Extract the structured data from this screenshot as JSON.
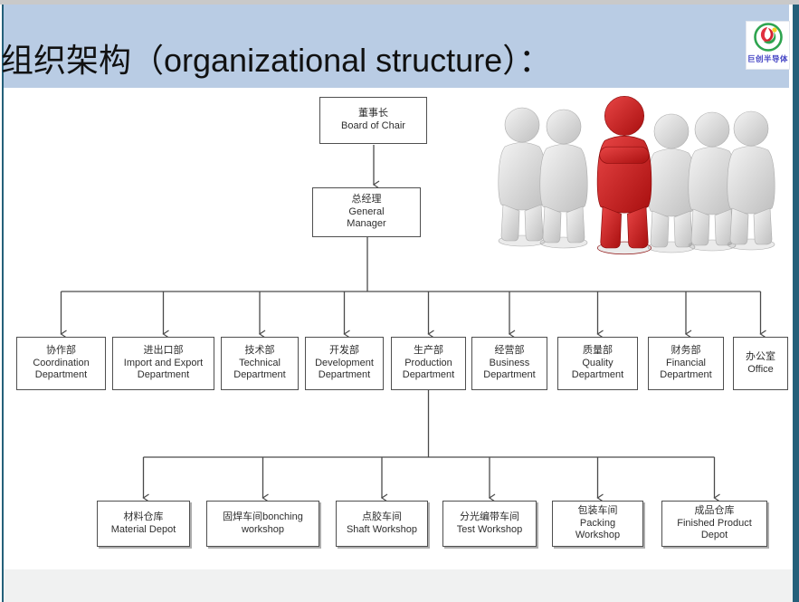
{
  "title": "组织架构（organizational structure）：",
  "logo": {
    "company_name": "巨创半导体"
  },
  "org_chart": {
    "chairman": {
      "zh": "董事长",
      "en": "Board of Chair"
    },
    "general_manager": {
      "zh": "总经理",
      "en": "General Manager"
    },
    "departments": [
      {
        "zh": "协作部",
        "en": "Coordination Department"
      },
      {
        "zh": "进出口部",
        "en": "Import and Export Department"
      },
      {
        "zh": "技术部",
        "en": "Technical Department"
      },
      {
        "zh": "开发部",
        "en": "Development Department"
      },
      {
        "zh": "生产部",
        "en": "Production Department"
      },
      {
        "zh": "经营部",
        "en": "Business Department"
      },
      {
        "zh": "质量部",
        "en": "Quality Department"
      },
      {
        "zh": "财务部",
        "en": "Financial Department"
      },
      {
        "zh": "办公室",
        "en": "Office"
      }
    ],
    "workshops": [
      {
        "zh": "材料仓库",
        "en": "Material Depot"
      },
      {
        "zh": "固焊车间bonching",
        "en": "workshop"
      },
      {
        "zh": "点胶车间",
        "en": "Shaft Workshop"
      },
      {
        "zh": "分光编带车间",
        "en": "Test Workshop"
      },
      {
        "zh": "包装车间",
        "en": "Packing Workshop"
      },
      {
        "zh": "成品仓库",
        "en": "Finished Product Depot"
      }
    ]
  },
  "colors": {
    "title_band": "#b9cce4",
    "frame_teal": "#24607a",
    "box_border": "#4f4f4f",
    "accent_red": "#cc1a1a",
    "figure_gray": "#d9d9d9",
    "logo_text_blue": "#4444c4"
  }
}
